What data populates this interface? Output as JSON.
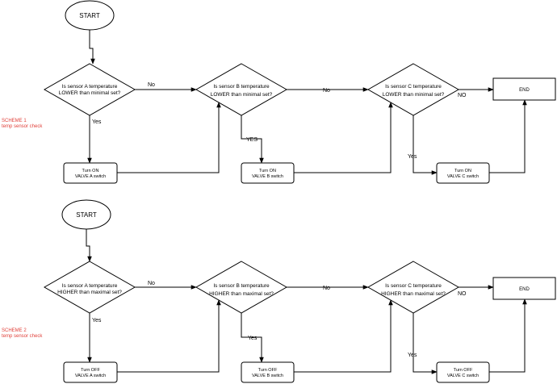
{
  "colors": {
    "scheme_label": "#e0403a",
    "line": "#000000",
    "fill": "#ffffff"
  },
  "scheme1": {
    "label": "SCHEME 1",
    "sublabel": "temp sensor check",
    "start": "START",
    "decision_a": [
      "Is sensor A temperature",
      "LOWER than minimal set?"
    ],
    "decision_b": [
      "Is sensor B temperature",
      "LOWER than minimal set?"
    ],
    "decision_c": [
      "Is sensor C temperature",
      "LOWER than minimal set?"
    ],
    "action_a": [
      "Turn ON",
      "VALVE A switch"
    ],
    "action_b": [
      "Turn ON",
      "VALVE B switch"
    ],
    "action_c": [
      "Turn ON",
      "VALVE C switch"
    ],
    "end": "END",
    "edge_a_no": "No",
    "edge_b_no": "No",
    "edge_c_no": "NO",
    "edge_a_yes": "Yes",
    "edge_b_yes": "YES",
    "edge_c_yes": "Yes"
  },
  "scheme2": {
    "label": "SCHEME 2",
    "sublabel": "temp sensor check",
    "start": "START",
    "decision_a": [
      "Is sensor A temperature",
      "HIGHER than maximal set?"
    ],
    "decision_b": [
      "Is sensor B temperature",
      "HIGHER than maximal set?"
    ],
    "decision_c": [
      "Is sensor C temperature",
      "HIGHER than maximal set?"
    ],
    "action_a": [
      "Turn OFF",
      "VALVE A switch"
    ],
    "action_b": [
      "Turn OFF",
      "VALVE B switch"
    ],
    "action_c": [
      "Turn OFF",
      "VALVE C switch"
    ],
    "end": "END",
    "edge_a_no": "No",
    "edge_b_no": "No",
    "edge_c_no": "NO",
    "edge_a_yes": "Yes",
    "edge_b_yes": "Yes",
    "edge_c_yes": "Yes"
  }
}
